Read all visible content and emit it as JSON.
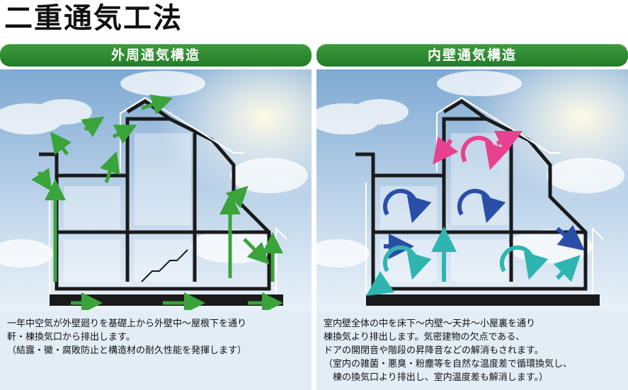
{
  "title": "二重通気工法",
  "panels": {
    "left": {
      "header": "外周通気構造",
      "description": [
        "一年中空気が外壁廻りを基礎上から外壁中～屋根下を通り",
        "軒・棟換気口から排出します。",
        "（結露・黴・腐敗防止と構造材の耐久性能を発揮します）"
      ]
    },
    "right": {
      "header": "内壁通気構造",
      "description": [
        "室内壁全体の中を床下～内壁～天井～小屋裏を通り",
        "棟換気より排出します。気密建物の欠点である、",
        "ドアの開閉音や階段の昇降音などの解消もされます。",
        "（室内の雑菌・悪臭・粉塵等を自然な温度差で循環換気し、",
        "　棟の換気口より排出し、室内温度差も解消します。）"
      ]
    }
  },
  "colors": {
    "header_green": "#2e8b32",
    "arrow_green": "#3aa33a",
    "arrow_pink": "#e8418f",
    "arrow_blue": "#2a4fa8",
    "arrow_teal": "#2fb5b0",
    "sky": "#8fb4d8",
    "desc_bg": "#e2edf6"
  }
}
